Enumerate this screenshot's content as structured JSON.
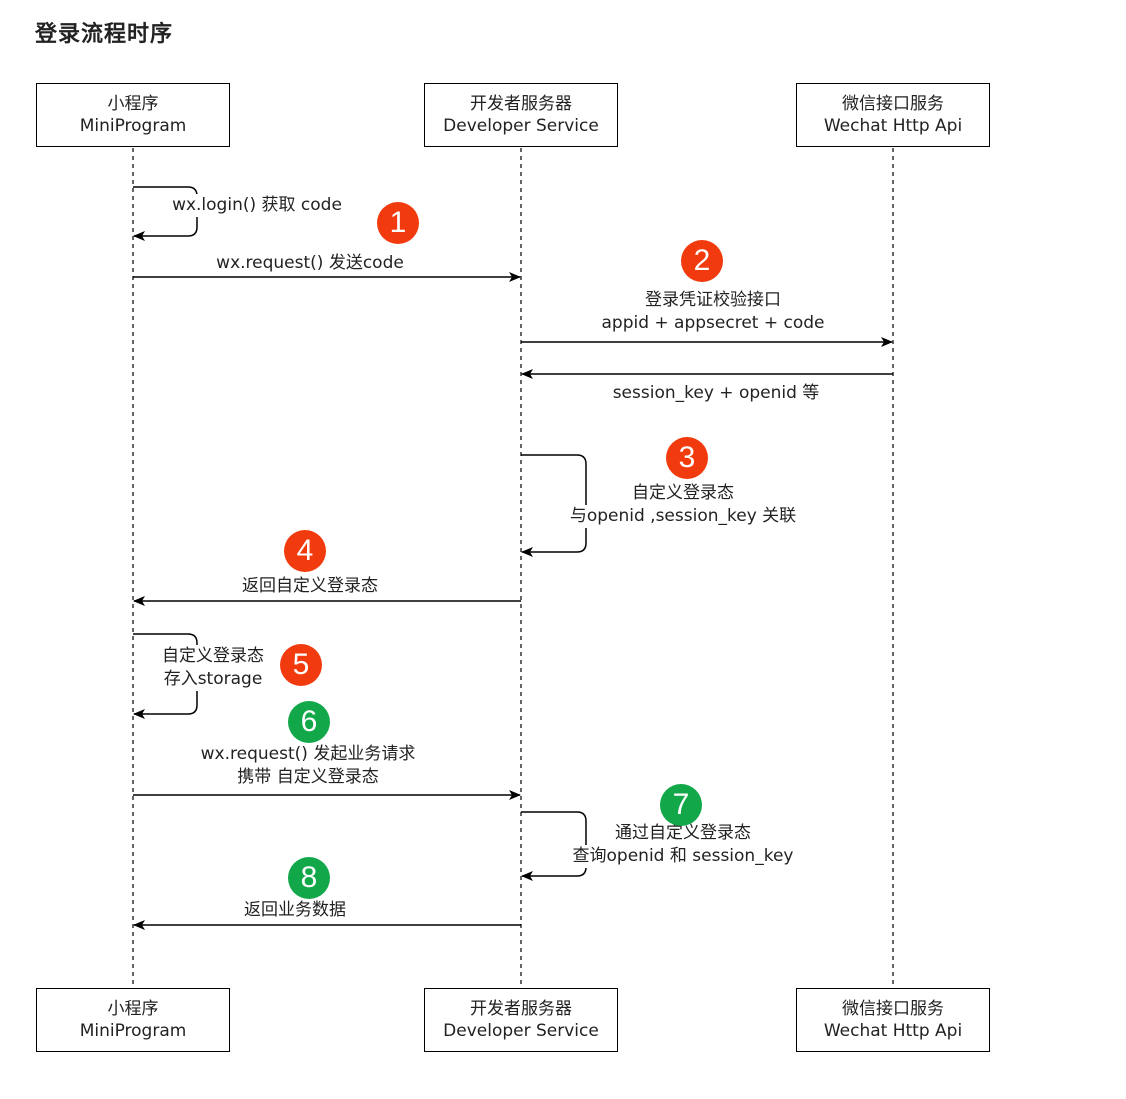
{
  "title": "登录流程时序",
  "participants": [
    {
      "name_cn": "小程序",
      "name_en": "MiniProgram"
    },
    {
      "name_cn": "开发者服务器",
      "name_en": "Developer Service"
    },
    {
      "name_cn": "微信接口服务",
      "name_en": "Wechat Http Api"
    }
  ],
  "messages": [
    {
      "lines": [
        "wx.login() 获取 code"
      ]
    },
    {
      "lines": [
        "wx.request() 发送code"
      ]
    },
    {
      "lines": [
        "登录凭证校验接口",
        "appid + appsecret + code"
      ]
    },
    {
      "lines": [
        "session_key + openid 等"
      ]
    },
    {
      "lines": [
        "自定义登录态",
        "与openid ,session_key 关联"
      ]
    },
    {
      "lines": [
        "返回自定义登录态"
      ]
    },
    {
      "lines": [
        "自定义登录态",
        "存入storage"
      ]
    },
    {
      "lines": [
        "wx.request() 发起业务请求",
        "携带 自定义登录态"
      ]
    },
    {
      "lines": [
        "通过自定义登录态",
        "查询openid 和 session_key"
      ]
    },
    {
      "lines": [
        "返回业务数据"
      ]
    }
  ],
  "steps": [
    {
      "number": "1",
      "color": "#f23a0f"
    },
    {
      "number": "2",
      "color": "#f23a0f"
    },
    {
      "number": "3",
      "color": "#f23a0f"
    },
    {
      "number": "4",
      "color": "#f23a0f"
    },
    {
      "number": "5",
      "color": "#f23a0f"
    },
    {
      "number": "6",
      "color": "#12a84a"
    },
    {
      "number": "7",
      "color": "#12a84a"
    },
    {
      "number": "8",
      "color": "#12a84a"
    }
  ]
}
